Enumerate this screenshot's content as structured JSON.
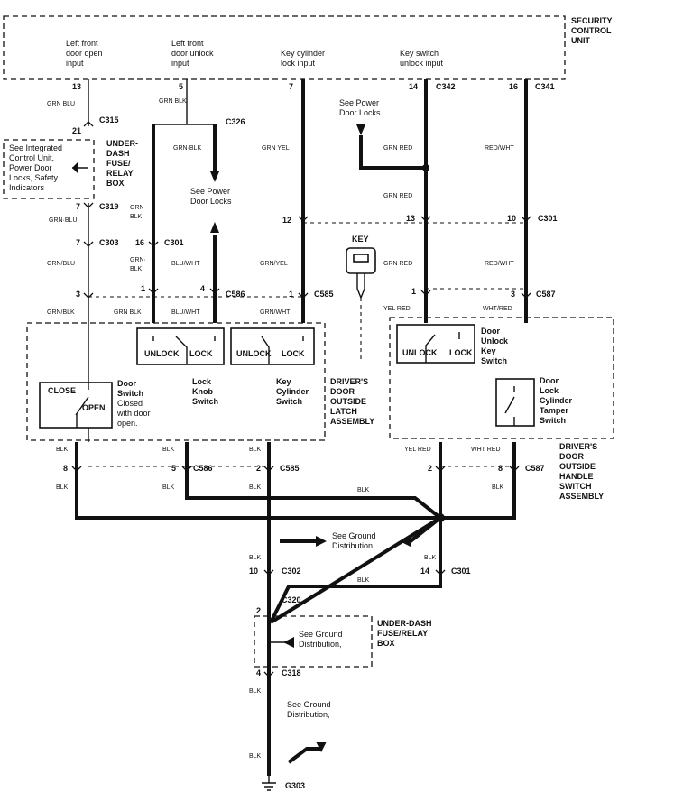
{
  "security_unit": {
    "label": [
      "SECURITY",
      "CONTROL",
      "UNIT"
    ],
    "inputs": [
      [
        "Left front",
        "door open",
        "input"
      ],
      [
        "Left  front",
        "door unlock",
        "input"
      ],
      [
        "Key cylinder",
        "lock input"
      ],
      [
        "Key switch",
        "unlock input"
      ]
    ]
  },
  "pins": {
    "p13": "13",
    "p5": "5",
    "p7a": "7",
    "p14a": "14",
    "p16": "16",
    "p21": "21",
    "p7b": "7",
    "p7c": "7",
    "p16b": "16",
    "p12": "12",
    "p13b": "13",
    "p10": "10",
    "p3a": "3",
    "p1a": "1",
    "p4": "4",
    "p1b": "1",
    "p1c": "1",
    "p3b": "3",
    "p8a": "8",
    "p5b": "5",
    "p2a": "2",
    "p2b": "2",
    "p8b": "8",
    "p10b": "10",
    "p14b": "14",
    "p2c": "2",
    "p4b": "4"
  },
  "connectors": {
    "c342": "C342",
    "c341": "C341",
    "c315": "C315",
    "c326": "C326",
    "c319": "C319",
    "c303": "C303",
    "c301a": "C301",
    "c301b": "C301",
    "c586a": "C586",
    "c585a": "C585",
    "c587a": "C587",
    "c586b": "C586",
    "c585b": "C585",
    "c587b": "C587",
    "c302": "C302",
    "c301c": "C301",
    "c320": "C320",
    "c318": "C318",
    "g303": "G303"
  },
  "wires": {
    "grn_blu": "GRN BLU",
    "grn_blk": "GRN BLK",
    "grn_blk2": "GRN·BLK",
    "grn_yel": "GRN YEL",
    "grn_red": "GRN RED",
    "grn_red2": "GRN RED",
    "grn_red3": "GRN RED",
    "red_wht": "RED/WHT",
    "red_wht2": "RED/WHT",
    "grn_blu2": "GRN·BLU",
    "grn_blk3": "GRN",
    "grn_blk3b": "BLK",
    "grn_blu3": "GRN/BLU",
    "grn_blk4": "GRN·",
    "grn_blk4b": "BLK",
    "blu_wht": "BLU/WHT",
    "grn_yel2": "GRN/YEL",
    "grn_blk5": "GRN/BLK",
    "grn_blk6": "GRN BLK",
    "blu_wht2": "BLU/WHT",
    "grn_wht": "GRN/WHT",
    "yel_red": "YEL RED",
    "wht_red": "WHT/RED",
    "blk1": "BLK",
    "blk2": "BLK",
    "blk3": "BLK",
    "blk4": "BLK",
    "yel_red2": "YEL RED",
    "wht_red2": "WHT RED",
    "blk5": "BLK",
    "blk6": "BLK",
    "blk7": "BLK",
    "blk8": "BLK",
    "blk9": "BLK",
    "blk10": "BLK",
    "blk11": "BLK",
    "blk12": "BLK",
    "blk13": "BLK",
    "blk14": "BLK"
  },
  "notes": {
    "see_power_locks_top": [
      "See Power",
      "Door Locks"
    ],
    "see_power_locks_mid": [
      "See Power",
      "Door Locks"
    ],
    "see_icu": [
      "See Integrated",
      "Control Unit,",
      "Power Door",
      "Locks, Safety",
      "Indicators"
    ],
    "fuse_top": [
      "UNDER-",
      "DASH",
      "FUSE/",
      "RELAY",
      "BOX"
    ],
    "key": "KEY",
    "ground_dist1": [
      "See Ground",
      "Distribution,"
    ],
    "ground_dist2": [
      "See Ground",
      "Distribution,"
    ],
    "ground_dist3": [
      "See Ground",
      "Distribution,"
    ],
    "fuse_bottom": [
      "UNDER-DASH",
      "FUSE/RELAY",
      "BOX"
    ]
  },
  "switches": {
    "door_switch": [
      "Door",
      "Switch",
      "Closed",
      "with door",
      "open."
    ],
    "close": "CLOSE",
    "open": "OPEN",
    "lock_knob": [
      "Lock",
      "Knob",
      "Switch"
    ],
    "key_cyl": [
      "Key",
      "Cylinder",
      "Switch"
    ],
    "unlock1": "UNLOCK",
    "lock1": "LOCK",
    "unlock2": "UNLOCK",
    "lock2": "LOCK",
    "unlock3": "UNLOCK",
    "lock3": "LOCK",
    "door_unlock": [
      "Door",
      "Unlock",
      "Key",
      "Switch"
    ],
    "tamper": [
      "Door",
      "Lock",
      "Cylinder",
      "Tamper",
      "Switch"
    ],
    "latch_assy": [
      "DRIVER'S",
      "DOOR",
      "OUTSIDE",
      "LATCH",
      "ASSEMBLY"
    ],
    "handle_assy": [
      "DRIVER'S",
      "DOOR",
      "OUTSIDE",
      "HANDLE",
      "SWITCH",
      "ASSEMBLY"
    ]
  }
}
